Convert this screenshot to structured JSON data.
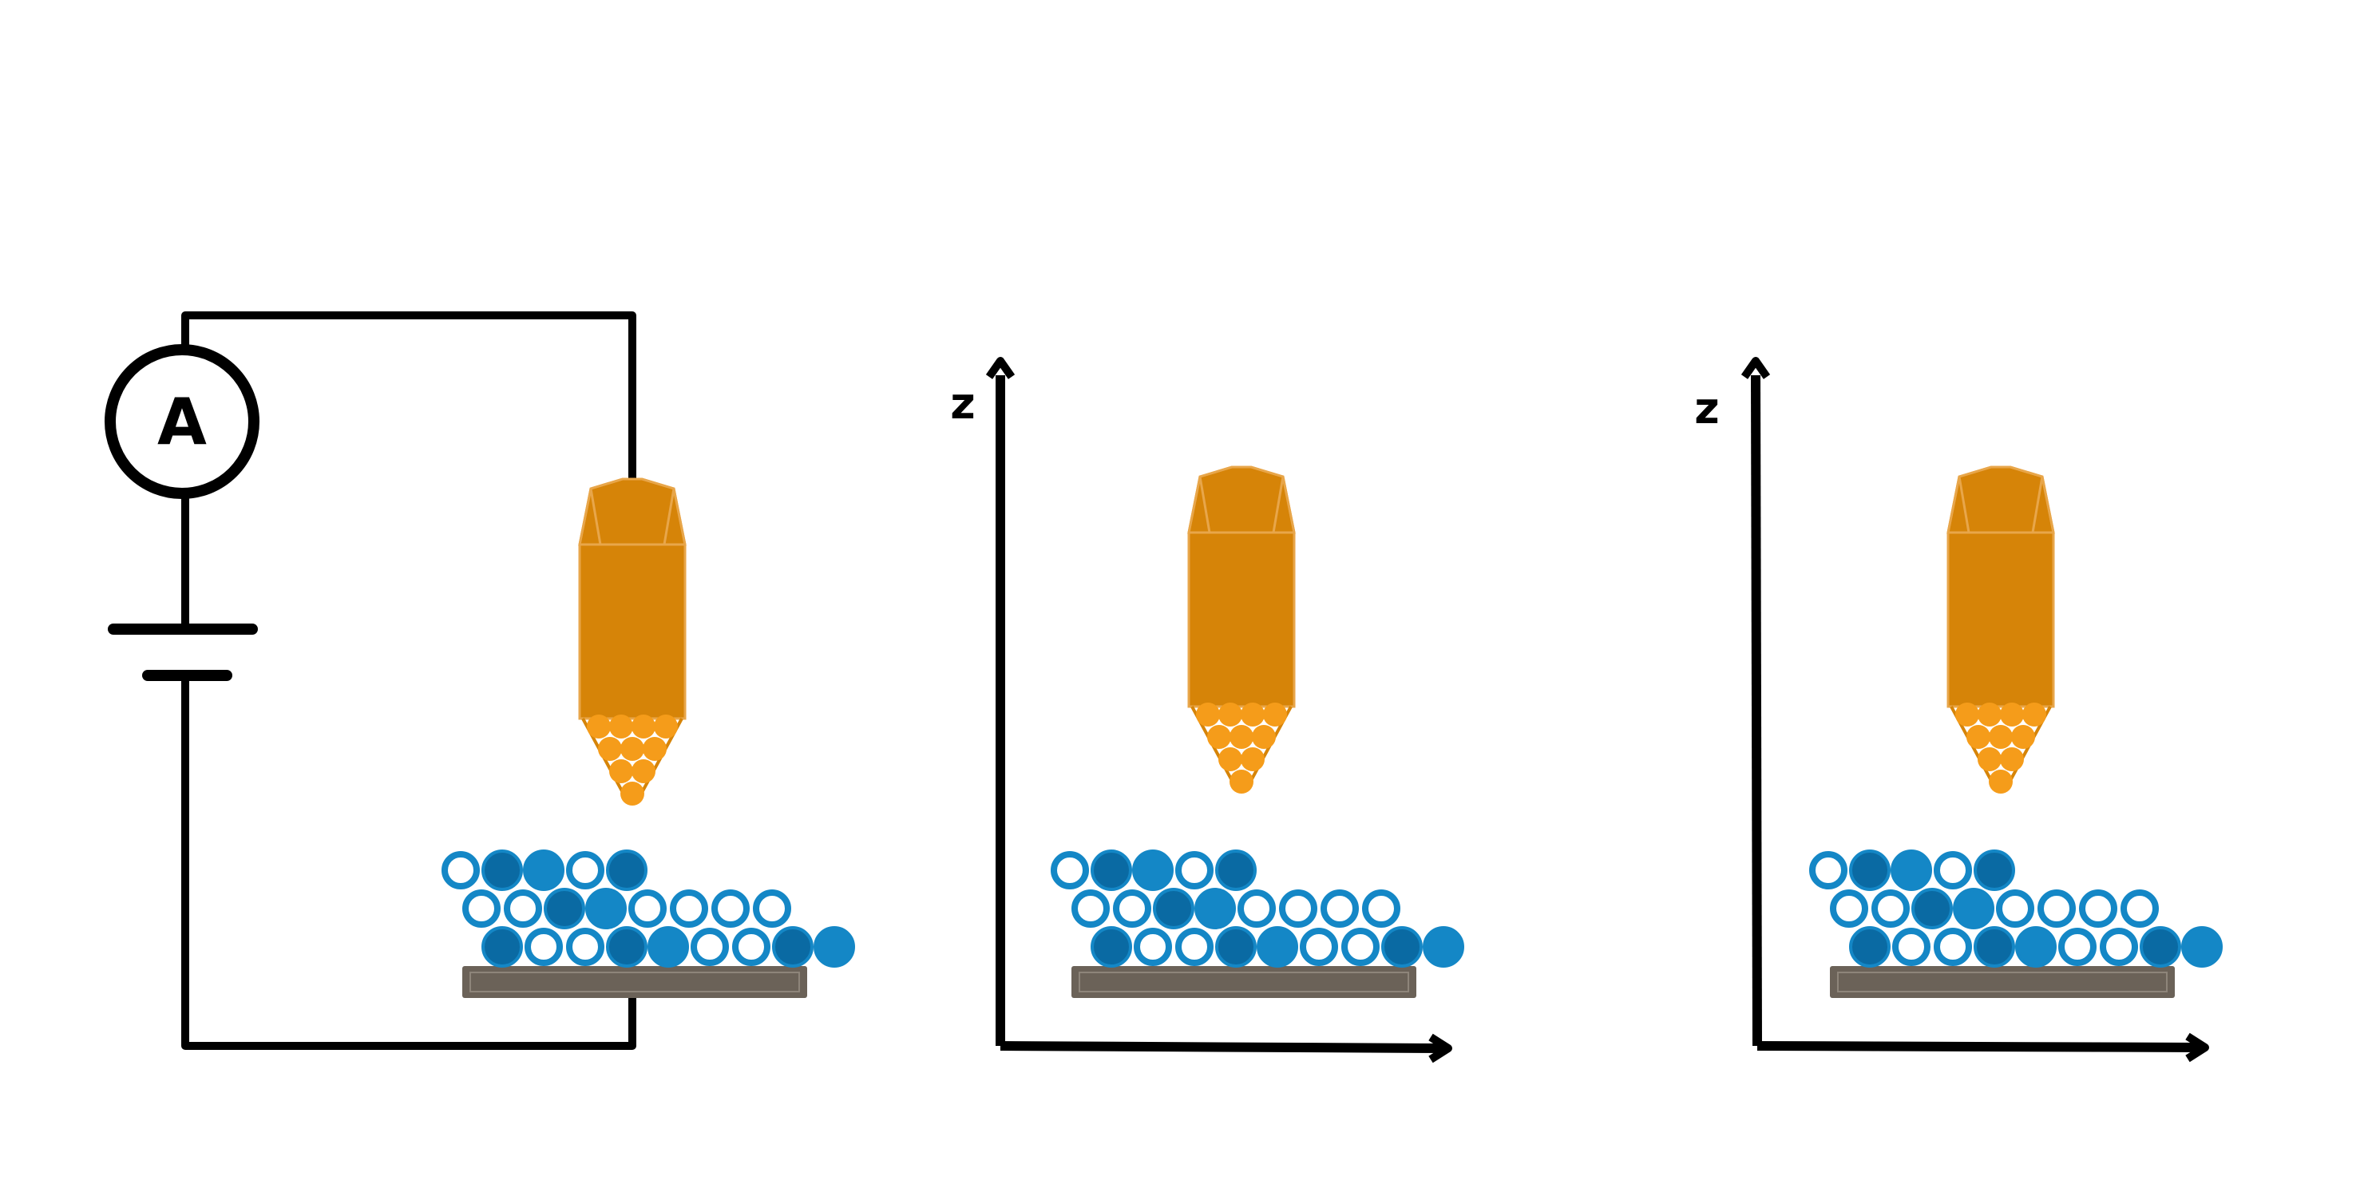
{
  "ammeter": {
    "symbol": "A"
  },
  "axis_label": "z",
  "colors": {
    "tip": "#d68408",
    "tip_edge": "#e8a64a",
    "tip_atom": "#f59c1a",
    "atom_dark": "#0a6aa3",
    "atom_mid": "#1487c6",
    "atom_ring": "#1487c6",
    "substrate": "#6b6258",
    "wire": "#000000"
  },
  "panels": [
    {
      "kind": "circuit"
    },
    {
      "kind": "axes"
    },
    {
      "kind": "axes"
    }
  ]
}
